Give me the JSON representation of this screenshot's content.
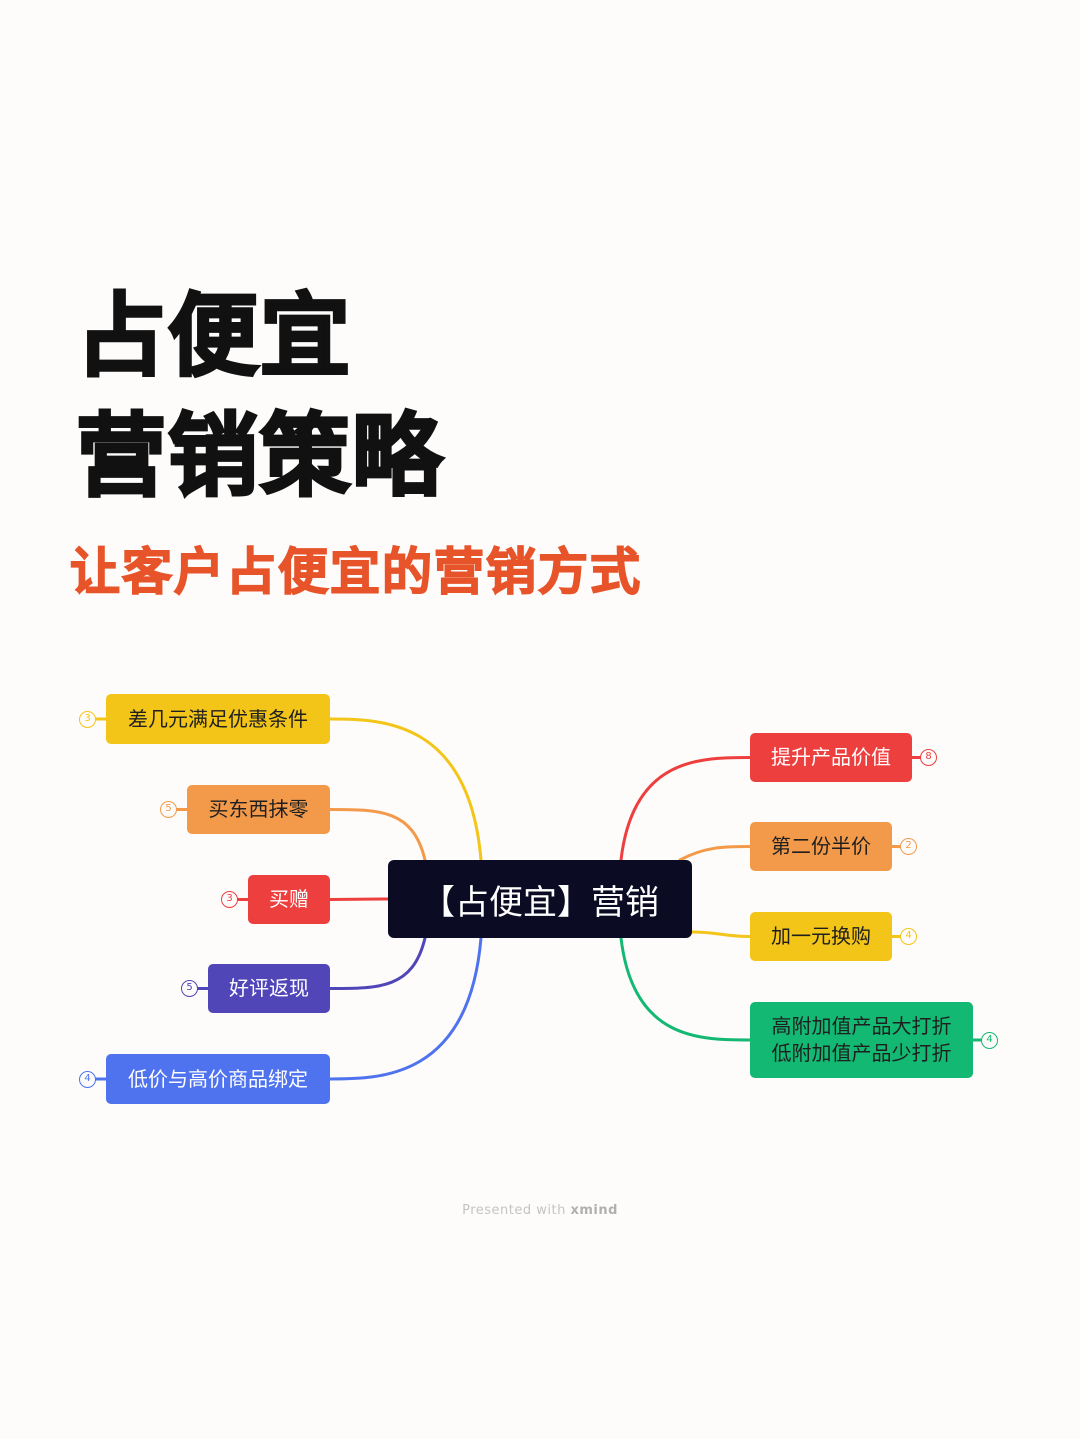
{
  "title": {
    "line1": "占便宜",
    "line2": "营销策略",
    "subtitle": "让客户占便宜的营销方式"
  },
  "mindmap": {
    "center": "【占便宜】营销",
    "left_branches": [
      {
        "lines": [
          "差几元满足优惠条件"
        ],
        "badge": "3",
        "color": "#f3c518",
        "text_color": "#1f1f1f"
      },
      {
        "lines": [
          "买东西抹零"
        ],
        "badge": "5",
        "color": "#f39a4a",
        "text_color": "#1f1f1f"
      },
      {
        "lines": [
          "买赠"
        ],
        "badge": "3",
        "color": "#ee3f3f",
        "text_color": "#ffffff"
      },
      {
        "lines": [
          "好评返现"
        ],
        "badge": "5",
        "color": "#5146b8",
        "text_color": "#ffffff"
      },
      {
        "lines": [
          "低价与高价商品绑定"
        ],
        "badge": "4",
        "color": "#4f73ee",
        "text_color": "#ffffff"
      }
    ],
    "right_branches": [
      {
        "lines": [
          "提升产品价值"
        ],
        "badge": "8",
        "color": "#ee3f3f",
        "text_color": "#ffffff"
      },
      {
        "lines": [
          "第二份半价"
        ],
        "badge": "2",
        "color": "#f39a4a",
        "text_color": "#1f1f1f"
      },
      {
        "lines": [
          "加一元换购"
        ],
        "badge": "4",
        "color": "#f3c518",
        "text_color": "#1f1f1f"
      },
      {
        "lines": [
          "高附加值产品大打折",
          "低附加值产品少打折"
        ],
        "badge": "4",
        "color": "#13b873",
        "text_color": "#1f1f1f"
      }
    ]
  },
  "footer": {
    "prefix": "Presented with",
    "brand": "xmind"
  }
}
